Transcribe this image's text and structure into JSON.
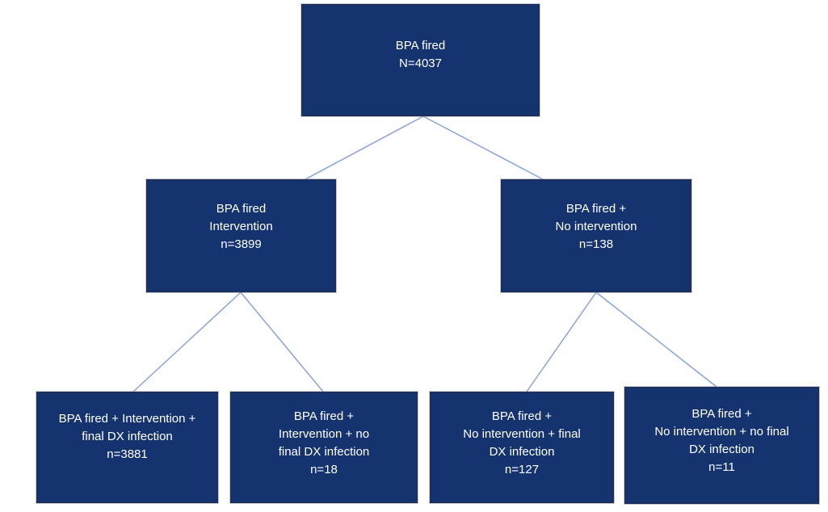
{
  "diagram": {
    "type": "flowchart",
    "colors": {
      "box_fill": "#15346F",
      "box_border": "#1B2F5E",
      "connector": "#8BA3D4",
      "text": "#FFFFFF",
      "background": "#FFFFFF"
    },
    "nodes": [
      {
        "name": "bpa-fired-root",
        "count": 4037,
        "lines": [
          "BPA fired",
          "N=4037"
        ]
      },
      {
        "name": "bpa-intervention",
        "count": 3899,
        "lines": [
          "BPA fired",
          "Intervention",
          "n=3899"
        ]
      },
      {
        "name": "bpa-no-intervention",
        "count": 138,
        "lines": [
          "BPA fired +",
          "No intervention",
          "n=138"
        ]
      },
      {
        "name": "intervention-final-dx",
        "count": 3881,
        "lines": [
          "BPA fired + Intervention +",
          "final DX infection",
          "n=3881"
        ]
      },
      {
        "name": "intervention-no-final-dx",
        "count": 18,
        "lines": [
          "BPA fired +",
          "Intervention + no",
          "final DX infection",
          "n=18"
        ]
      },
      {
        "name": "no-intervention-final-dx",
        "count": 127,
        "lines": [
          "BPA fired +",
          "No intervention + final",
          "DX infection",
          "n=127"
        ]
      },
      {
        "name": "no-intervention-no-final-dx",
        "count": 11,
        "lines": [
          "BPA fired +",
          "No intervention + no final",
          "DX infection",
          "n=11"
        ]
      }
    ],
    "edges": [
      {
        "from": 0,
        "to": 1
      },
      {
        "from": 0,
        "to": 2
      },
      {
        "from": 1,
        "to": 3
      },
      {
        "from": 1,
        "to": 4
      },
      {
        "from": 2,
        "to": 5
      },
      {
        "from": 2,
        "to": 6
      }
    ]
  }
}
